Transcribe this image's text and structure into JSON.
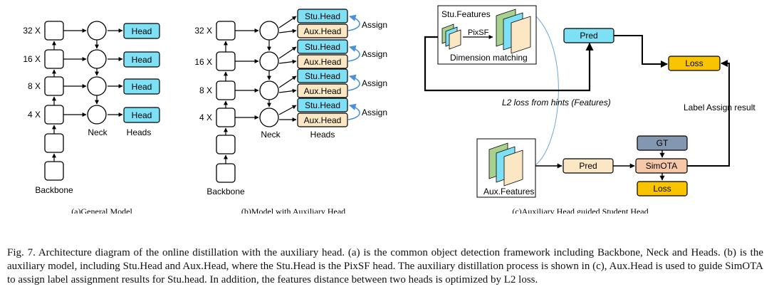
{
  "panel_a": {
    "scales": [
      "32 X",
      "16 X",
      "8 X",
      "4 X"
    ],
    "head_label": "Head",
    "neck_label": "Neck",
    "heads_label": "Heads",
    "backbone_label": "Backbone",
    "caption": "(a)General Model"
  },
  "panel_b": {
    "scales": [
      "32 X",
      "16 X",
      "8 X",
      "4 X"
    ],
    "stu_head_label": "Stu.Head",
    "aux_head_label": "Aux.Head",
    "assign_label": "Assign",
    "neck_label": "Neck",
    "heads_label": "Heads",
    "backbone_label": "Backbone",
    "caption": "(b)Model with Auxiliary Head"
  },
  "panel_c": {
    "stu_features": "Stu.Features",
    "pixsf": "PixSF",
    "dimension_matching": "Dimension matching",
    "pred": "Pred",
    "loss": "Loss",
    "l2_loss": "L2 loss from hints (Features)",
    "label_assign": "Label Assign result",
    "gt": "GT",
    "simota": "SimOTA",
    "aux_features": "Aux.Features",
    "caption": "(c)Auxiliary Head guided Student Head"
  },
  "caption": {
    "text": "Fig. 7.  Architecture diagram of the online distillation with the auxiliary head. (a) is the common object detection framework including Backbone, Neck and Heads. (b) is the auxiliary model, including Stu.Head and Aux.Head, where the Stu.Head is the PixSF head. The auxiliary distillation process is shown in (c), Aux.Head is used to guide SimOTA to assign label assignment results for Stu.head. In addition, the features distance between two heads is optimized by L2 loss."
  },
  "colors": {
    "head_fill": "#7ee0f5",
    "aux_fill": "#fbe7c4",
    "loss_fill": "#f8c300",
    "gt_fill": "#8497b0",
    "simota_fill": "#f6c8a8",
    "feature_green": "#a9d18e",
    "assign_arrow": "#4a90d9"
  }
}
